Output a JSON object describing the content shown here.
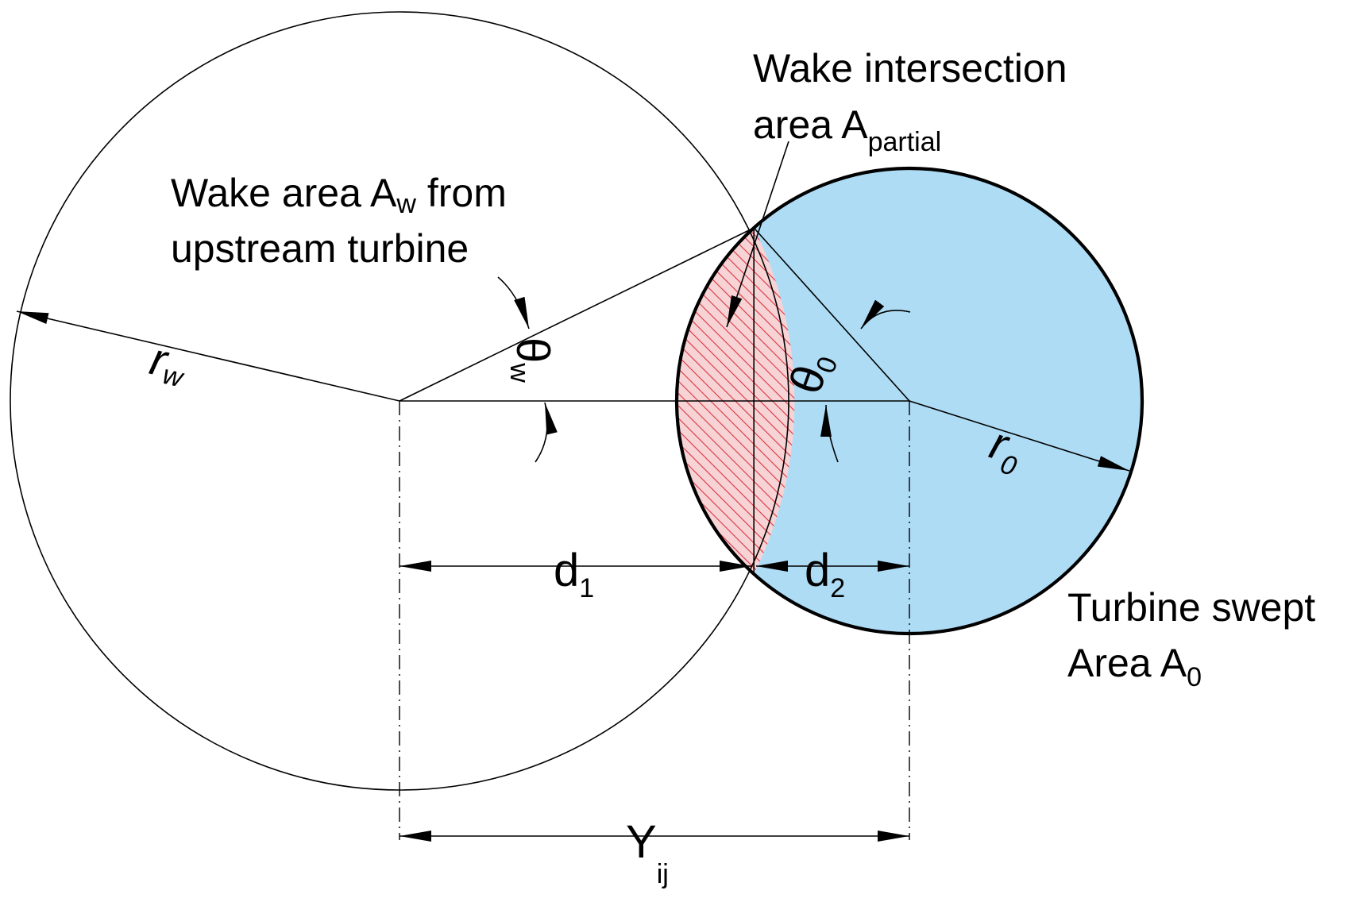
{
  "diagram": {
    "labels": {
      "wake_intersection_line1": "Wake intersection",
      "wake_intersection_line2": "area A",
      "wake_intersection_sub": "partial",
      "wake_area_line1_prefix": "Wake area A",
      "wake_area_line1_sub": "w",
      "wake_area_line1_suffix": " from",
      "wake_area_line2": "upstream turbine",
      "turbine_swept_line1": "Turbine swept",
      "turbine_swept_line2": "Area A",
      "turbine_swept_sub": "0"
    },
    "symbols": {
      "r_w": "r",
      "r_w_sub": "w",
      "r_0": "r",
      "r_0_sub": "0",
      "theta_w": "θ",
      "theta_w_sub": "w",
      "theta_0": "θ",
      "theta_0_sub": "0",
      "d1": "d",
      "d1_sub": "1",
      "d2": "d",
      "d2_sub": "2",
      "y_ij": "Y",
      "y_ij_sub": "ij"
    },
    "colors": {
      "turbine_fill": "#aedcf5",
      "hatch_stroke": "#d9363e",
      "hatch_background": "#f7d3d6",
      "line": "#000000"
    }
  }
}
